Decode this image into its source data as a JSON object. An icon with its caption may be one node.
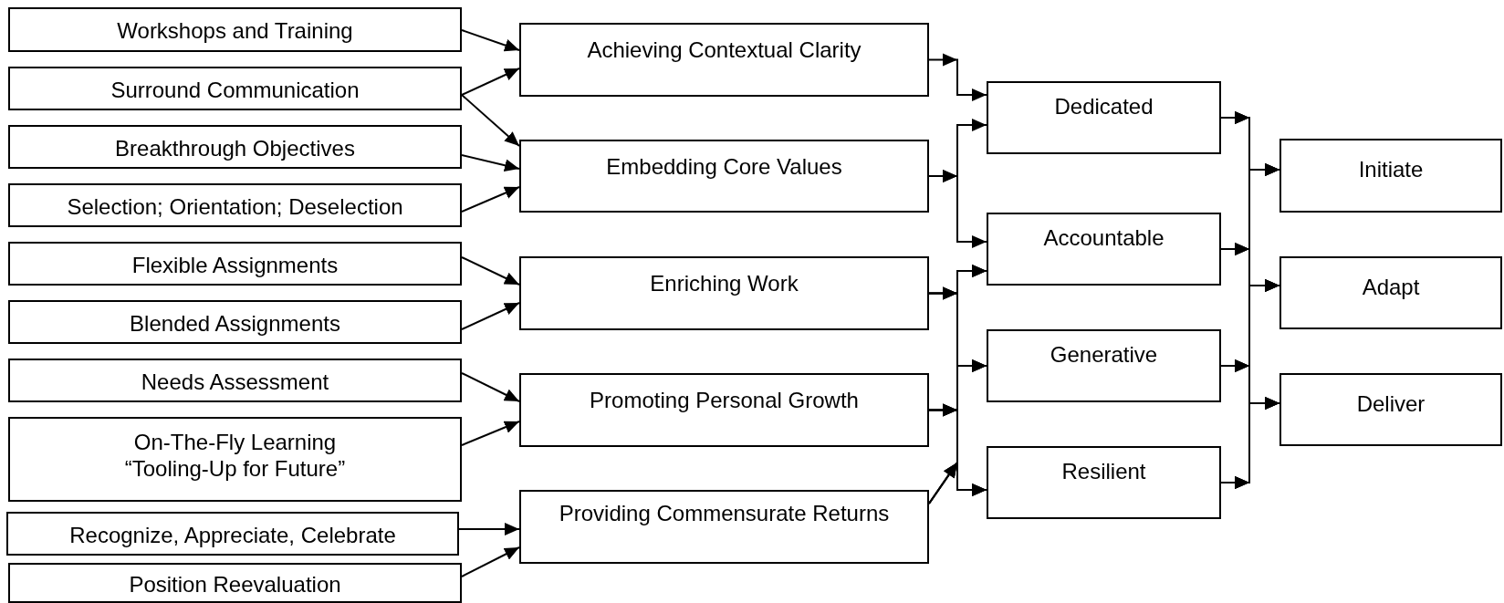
{
  "diagram": {
    "nodes": [
      {
        "text": [
          "Workshops and Training"
        ]
      },
      {
        "text": [
          "Surround Communication"
        ]
      },
      {
        "text": [
          "Breakthrough Objectives"
        ]
      },
      {
        "text": [
          "Selection; Orientation; Deselection"
        ]
      },
      {
        "text": [
          "Flexible Assignments"
        ]
      },
      {
        "text": [
          "Blended Assignments"
        ]
      },
      {
        "text": [
          "Needs Assessment"
        ]
      },
      {
        "text": [
          "On-The-Fly Learning “Tooling-Up for Future”"
        ]
      },
      {
        "text": [
          "Recognize, Appreciate, Celebrate"
        ]
      },
      {
        "text": [
          "Position Reevaluation"
        ]
      },
      {
        "text": [
          "Achieving Contextual Clarity"
        ]
      },
      {
        "text": [
          "Embedding Core Values"
        ]
      },
      {
        "text": [
          "Enriching Work"
        ]
      },
      {
        "text": [
          "Promoting Personal Growth"
        ]
      },
      {
        "text": [
          "Providing Commensurate Returns"
        ]
      },
      {
        "text": [
          "Dedicated"
        ]
      },
      {
        "text": [
          "Accountable"
        ]
      },
      {
        "text": [
          "Generative"
        ]
      },
      {
        "text": [
          "Resilient"
        ]
      },
      {
        "text": [
          "Initiate"
        ]
      },
      {
        "text": [
          "Adapt"
        ]
      },
      {
        "text": [
          "Deliver"
        ]
      }
    ],
    "edges": [
      {
        "from": 0,
        "to": 10,
        "arrow": "to"
      },
      {
        "from": 1,
        "to": 10,
        "arrow": "to"
      },
      {
        "from": 1,
        "to": 11,
        "arrow": "to"
      },
      {
        "from": 2,
        "to": 11,
        "arrow": "to"
      },
      {
        "from": 3,
        "to": 11,
        "arrow": "to"
      },
      {
        "from": 4,
        "to": 12,
        "arrow": "to"
      },
      {
        "from": 5,
        "to": 12,
        "arrow": "to"
      },
      {
        "from": 6,
        "to": 13,
        "arrow": "to"
      },
      {
        "from": 7,
        "to": 13,
        "arrow": "to"
      },
      {
        "from": 8,
        "to": 14,
        "arrow": "to"
      },
      {
        "from": 9,
        "to": 14,
        "arrow": "to"
      },
      {
        "from": 10,
        "to": 15,
        "arrow": "to"
      },
      {
        "from": 11,
        "to": 15,
        "arrow": "to"
      },
      {
        "from": 11,
        "to": 16,
        "arrow": "to"
      },
      {
        "from": 12,
        "to": 16,
        "arrow": "to"
      },
      {
        "from": 12,
        "to": 17,
        "arrow": "to"
      },
      {
        "from": 12,
        "to": 18,
        "arrow": "to"
      },
      {
        "from": 13,
        "to": 16,
        "arrow": "to"
      },
      {
        "from": 13,
        "to": 17,
        "arrow": "to"
      },
      {
        "from": 13,
        "to": 18,
        "arrow": "to"
      },
      {
        "from": 14,
        "to": 16,
        "arrow": "to"
      },
      {
        "from": 14,
        "to": 17,
        "arrow": "to"
      },
      {
        "from": 14,
        "to": 18,
        "arrow": "to"
      },
      {
        "from": 15,
        "to": 19,
        "arrow": "to"
      },
      {
        "from": 15,
        "to": 20,
        "arrow": "to"
      },
      {
        "from": 15,
        "to": 21,
        "arrow": "to"
      },
      {
        "from": 16,
        "to": 19,
        "arrow": "to"
      },
      {
        "from": 16,
        "to": 20,
        "arrow": "to"
      },
      {
        "from": 16,
        "to": 21,
        "arrow": "to"
      },
      {
        "from": 17,
        "to": 19,
        "arrow": "to"
      },
      {
        "from": 17,
        "to": 20,
        "arrow": "to"
      },
      {
        "from": 17,
        "to": 21,
        "arrow": "to"
      },
      {
        "from": 18,
        "to": 19,
        "arrow": "to"
      },
      {
        "from": 18,
        "to": 20,
        "arrow": "to"
      },
      {
        "from": 18,
        "to": 21,
        "arrow": "to"
      }
    ]
  }
}
